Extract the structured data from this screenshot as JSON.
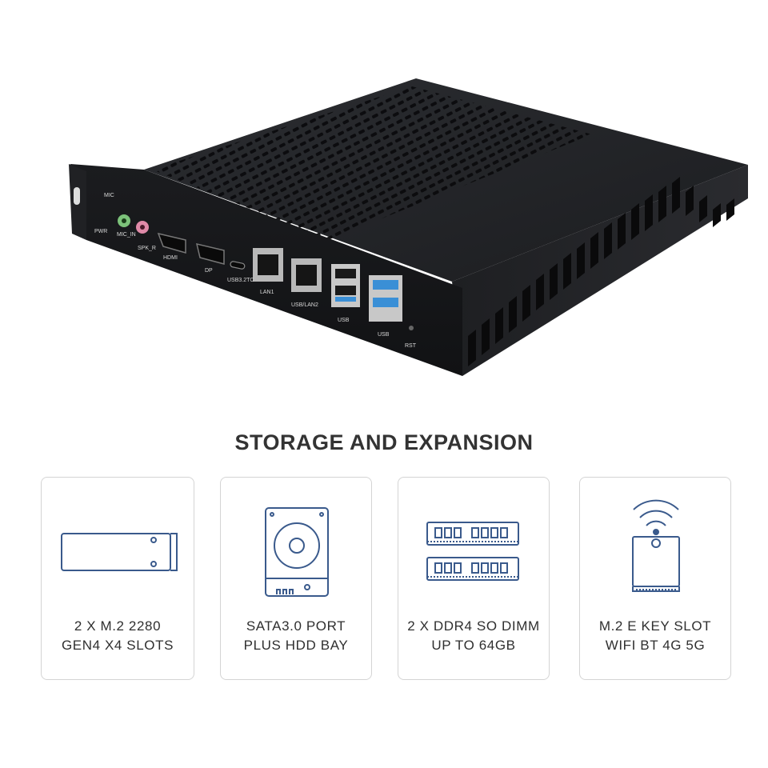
{
  "section_title": "STORAGE AND EXPANSION",
  "accent_color": "#3a5a8c",
  "port_labels": {
    "mic": "MIC",
    "pwr": "PWR",
    "mic_in": "MIC_IN",
    "spk": "SPK_R",
    "hdmi": "HDMI",
    "dp": "DP",
    "usbc": "USB3.2TC",
    "lan1": "LAN1",
    "lan2": "USB/LAN2",
    "usb_a": "USB",
    "usb_b": "USB",
    "rst": "RST"
  },
  "features": [
    {
      "icon": "m2-ssd-icon",
      "line1": "2 X M.2 2280",
      "line2": "GEN4 X4 SLOTS"
    },
    {
      "icon": "hard-drive-icon",
      "line1": "SATA3.0 PORT",
      "line2": "PLUS HDD BAY"
    },
    {
      "icon": "ram-module-icon",
      "line1": "2 X DDR4 SO DIMM",
      "line2": "UP TO 64GB"
    },
    {
      "icon": "wifi-card-icon",
      "line1": "M.2 E KEY SLOT",
      "line2": "WIFI BT 4G 5G"
    }
  ]
}
